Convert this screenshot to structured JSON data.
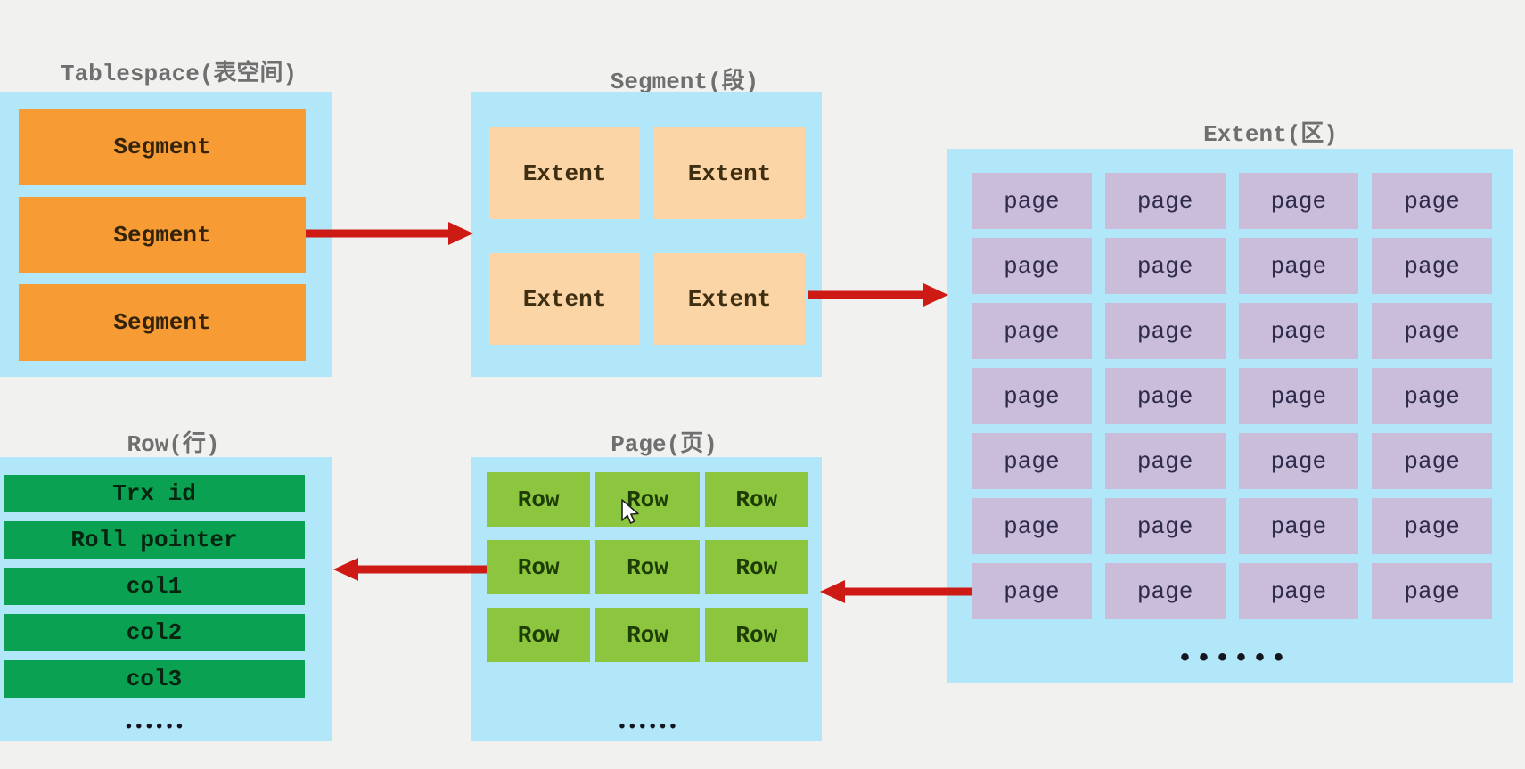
{
  "diagram": {
    "tablespace": {
      "title": "Tablespace(表空间)",
      "segments": [
        "Segment",
        "Segment",
        "Segment"
      ]
    },
    "segment": {
      "title": "Segment(段)",
      "extents": [
        "Extent",
        "Extent",
        "Extent",
        "Extent"
      ]
    },
    "extent": {
      "title": "Extent(区)",
      "pages": [
        "page",
        "page",
        "page",
        "page",
        "page",
        "page",
        "page",
        "page",
        "page",
        "page",
        "page",
        "page",
        "page",
        "page",
        "page",
        "page",
        "page",
        "page",
        "page",
        "page",
        "page",
        "page",
        "page",
        "page",
        "page",
        "page",
        "page",
        "page"
      ],
      "ellipsis": "••••••"
    },
    "page": {
      "title": "Page(页)",
      "rows": [
        "Row",
        "Row",
        "Row",
        "Row",
        "Row",
        "Row",
        "Row",
        "Row",
        "Row"
      ],
      "ellipsis": "••••••"
    },
    "row": {
      "title": "Row(行)",
      "fields": [
        "Trx id",
        "Roll pointer",
        "col1",
        "col2",
        "col3"
      ],
      "ellipsis": "••••••"
    },
    "colors": {
      "background": "#f1f1ef",
      "container_blue": "#b2e6f9",
      "segment_orange": "#f79b35",
      "extent_peach": "#fcd5a6",
      "page_lavender": "#c9bdd9",
      "row_green": "#8cc63f",
      "field_green": "#0aa152",
      "arrow_red": "#ce1a14",
      "title_gray": "#6f6f6f"
    }
  }
}
